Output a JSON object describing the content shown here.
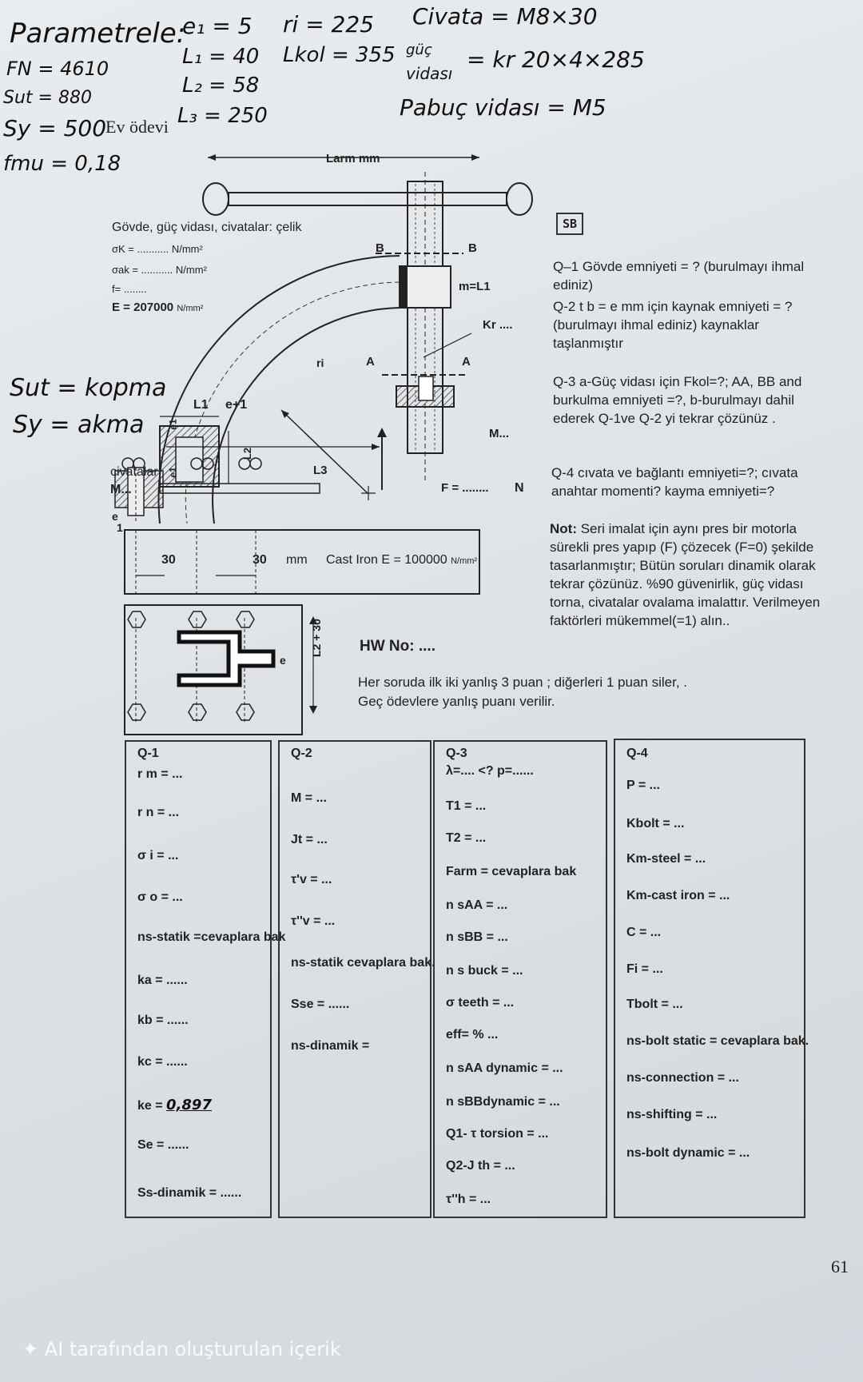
{
  "handwritten": {
    "title": "Parametrele:",
    "fn": "FN = 4610",
    "sut": "Sut = 880",
    "sy": "Sy = 500",
    "fmu": "fmu = 0,18",
    "e1": "e₁ = 5",
    "l1": "L₁ = 40",
    "l2": "L₂ = 58",
    "l3": "L₃ = 250",
    "ri": "ri = 225",
    "lkol": "Lkol = 355",
    "civata": "Civata = M8×30",
    "guc_vidasi_label_1": "güç",
    "guc_vidasi_label_2": "vidası",
    "guc_vidasi_value": "= kr 20×4×285",
    "pabuc": "Pabuç vidası = M5",
    "sut_def": "Sut = kopma",
    "sy_def": "Sy = akma",
    "ke_value": "0,897"
  },
  "ev_odevi": "Ev ödevi",
  "figure": {
    "larm": "Larm mm",
    "material": "Gövde,  güç vidası, civatalar: çelik",
    "sigma_k": "σK = ........... N/mm²",
    "sigma_ak": "σak = ........... N/mm²",
    "f": "f= ........",
    "e_steel": "E = 207000",
    "e_steel_unit": "N/mm²",
    "b_left": "B",
    "b_right": "B",
    "m_l1": "m=L1",
    "kr": "Kr ....",
    "ri": "ri",
    "a_left": "A",
    "a_right": "A",
    "l1": "L1",
    "e_plus_1": "e+1",
    "e1_a": "e1",
    "e1_b": "e1",
    "l2": "L2",
    "l3": "L3",
    "m_dots": "M...",
    "civatalar": "civatalar",
    "civatalar_m": "M...",
    "f_load": "F = ........",
    "n_unit": "N",
    "e_small": "e",
    "one": "1",
    "dim_30a": "30",
    "dim_30b": "30",
    "mm": "mm",
    "cast_iron": "Cast Iron  E = 100000",
    "cast_unit": "N/mm²",
    "plan_e": "e",
    "plan_dim": "L2 + 30"
  },
  "sb_icon": "SB",
  "questions": {
    "q1": "Q–1 Gövde emniyeti = ? (burulmayı ihmal ediniz)",
    "q2": "Q-2  t b = e mm için kaynak emniyeti  = ? (burulmayı ihmal ediniz) kaynaklar taşlanmıştır",
    "q3": "Q-3 a-Güç vidası için Fkol=?; AA, BB and burkulma emniyeti =?, b-burulmayı dahil ederek Q-1ve Q-2 yi tekrar çözünüz .",
    "q4": "Q-4 cıvata ve bağlantı emniyeti=?;  cıvata anahtar momenti? kayma emniyeti=?",
    "not_label": "Not:",
    "not_text": "Seri imalat için aynı pres bir motorla sürekli pres yapıp (F)  çözecek (F=0) şekilde tasarlanmıştır; Bütün soruları dinamik olarak tekrar çözünüz. %90 güvenirlik, güç vidası torna, civatalar ovalama imalattır. Verilmeyen faktörleri mükemmel(=1) alın..",
    "hw_no": "HW No: ....",
    "penalty_1": "Her soruda ilk iki yanlış 3 puan ; diğerleri 1 puan siler, .",
    "penalty_2": "Geç ödevlere yanlış puanı verilir."
  },
  "answer_boxes": {
    "q1": {
      "title": "Q-1",
      "lines": [
        "r m = ...",
        "r n = ...",
        "σ i = ...",
        "σ o = ...",
        "ns-statik =cevaplara bak",
        "ka = ......",
        "kb = ......",
        "kc = ......",
        "ke =",
        "Se = ......",
        "Ss-dinamik = ......"
      ]
    },
    "q2": {
      "title": "Q-2",
      "lines": [
        "M = ...",
        "Jt = ...",
        "τ'v = ...",
        "τ''v = ...",
        "ns-statik cevaplara bak.",
        "Sse = ......",
        "ns-dinamik ="
      ]
    },
    "q3": {
      "title": "Q-3",
      "lines": [
        "λ=....      <? p=......",
        "T1 = ...",
        "T2 = ...",
        "Farm = cevaplara bak",
        "n sAA = ...",
        "n sBB = ...",
        "n s buck = ...",
        "σ teeth = ...",
        "eff= % ...",
        "n sAA dynamic = ...",
        "n sBBdynamic = ...",
        "Q1- τ torsion = ...",
        "Q2-J th = ...",
        "τ''h = ..."
      ]
    },
    "q4": {
      "title": "Q-4",
      "lines": [
        "P = ...",
        "Kbolt = ...",
        "Km-steel = ...",
        "Km-cast iron = ...",
        "C = ...",
        "Fi = ...",
        "Tbolt = ...",
        "ns-bolt static = cevaplara bak.",
        "ns-connection = ...",
        "ns-shifting = ...",
        "ns-bolt dynamic = ..."
      ]
    }
  },
  "page_number": "61",
  "ai_footer": "AI tarafından oluşturulan içerik"
}
